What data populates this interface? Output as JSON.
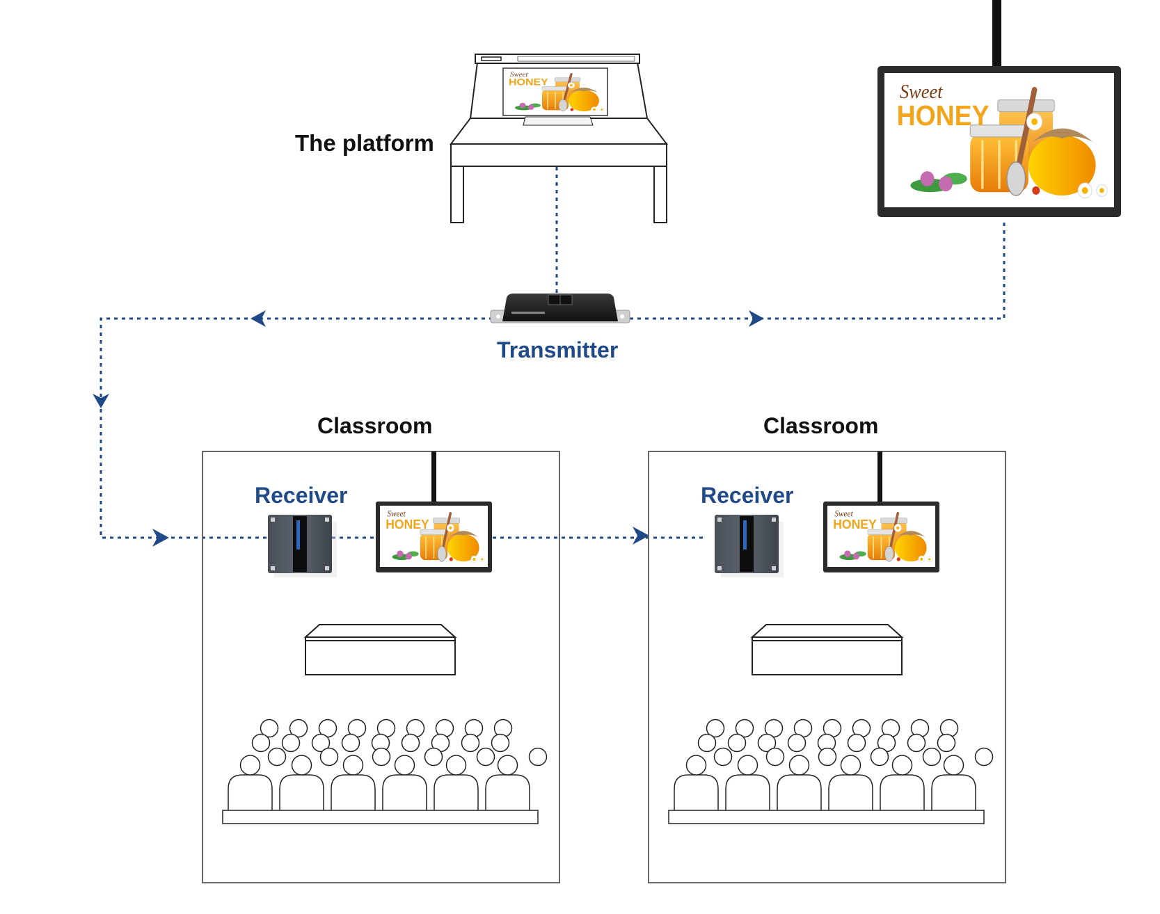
{
  "labels": {
    "platform": "The platform",
    "transmitter": "Transmitter",
    "classroom_left": "Classroom",
    "classroom_right": "Classroom",
    "receiver_left": "Receiver",
    "receiver_right": "Receiver"
  },
  "advert": {
    "script_line": "Sweet",
    "headline": "HONEY"
  },
  "colors": {
    "connector": "#1f4a87",
    "label_blue": "#1f4a87",
    "label_black": "#111111",
    "honey": "#f2a51a",
    "outline": "#333333"
  },
  "classroom": {
    "audience_rows": [
      6,
      9,
      9,
      6
    ],
    "desks": 6
  }
}
